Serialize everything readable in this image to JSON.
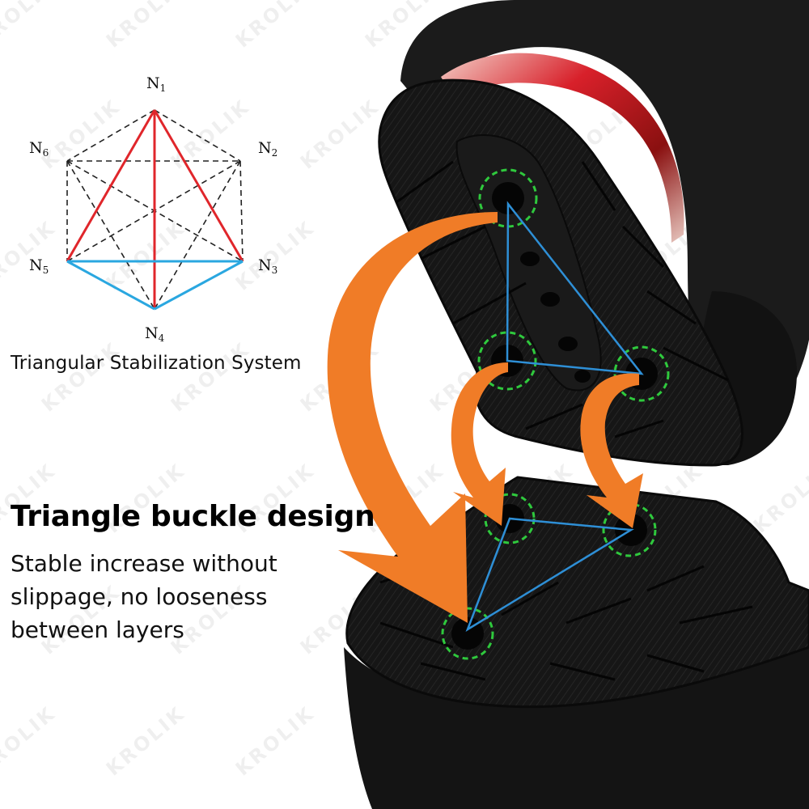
{
  "diagram": {
    "nodes": [
      {
        "id": "N1",
        "letter": "N",
        "sub": "1"
      },
      {
        "id": "N2",
        "letter": "N",
        "sub": "2"
      },
      {
        "id": "N3",
        "letter": "N",
        "sub": "3"
      },
      {
        "id": "N4",
        "letter": "N",
        "sub": "4"
      },
      {
        "id": "N5",
        "letter": "N",
        "sub": "5"
      },
      {
        "id": "N6",
        "letter": "N",
        "sub": "6"
      }
    ],
    "caption": "Triangular Stabilization System",
    "colors": {
      "red": "#e0262b",
      "blue": "#2aa7e0",
      "dashed": "#222222"
    }
  },
  "headline": "Triangle buckle design",
  "body_lines": [
    "Stable increase without",
    "slippage, no looseness",
    "between layers"
  ],
  "watermark": "KROLIK",
  "colors": {
    "arrow": "#f07c27",
    "connector": "#2e8fd6",
    "ring": "#2fc93d",
    "sole": "#151515"
  }
}
